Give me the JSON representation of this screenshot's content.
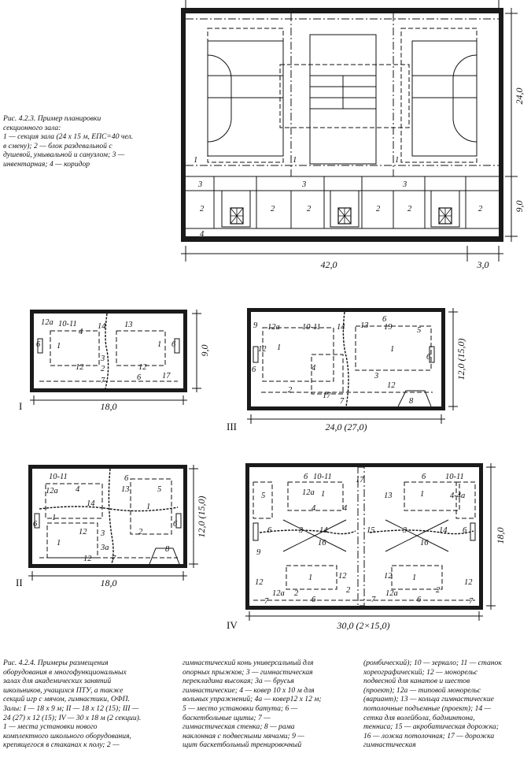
{
  "captions": {
    "fig_423": "Рис. 4.2.3. Пример планировки\nсекционного зала:\n1 — секция зала (24 х 15 м, ЕПС=40 чел.\nв смену); 2 — блок раздевальной с\nдушевой, умывальной и санузлом; 3 —\nинвентарная; 4 — коридор",
    "fig_424_col1": "Рис. 4.2.4. Примеры размещения\nоборудования в многофункциональных\nзалах для академических занятий\nшкольников, учащихся ПТУ, а также\nсекций игр с мячом, гимнастики, ОФП.\nЗалы: I — 18 х 9 м; II — 18 х 12 (15); III —\n24 (27) х 12 (15); IV — 30 х 18 м (2 секции).\n1 — места установки нового\nкомплектного школьного оборудования,\nкрепящегося в стаканах к полу; 2 —",
    "fig_424_col2": "гимнастический конь универсальный для\nопорных прыжков; 3 — гимнастическая\nперекладина высокая; 3а — брусья\nгимнастические; 4 — ковер 10 х 10 м для\nвольных упражнений; 4а — ковер12 х 12 м;\n5 — место установки батута; 6 —\nбаскетбольные щиты; 7 —\nгимнастическая стенка; 8 — рама\nнаклонная с подвесными мячами; 9 —\nщит баскетбольный тренировочный",
    "fig_424_col3": "(ромбический); 10 — зеркало; 11 — станок\nхореографический; 12 — монорельс\nподвесной для канатов и шестов\n(проект); 12а — типовой монорельс\n(вариант); 13 — кольца гимнастические\nпотолочные подъемные (проект); 14 —\nсетка для волейбола, бадминтона,\nтенниса; 15 — акробатическая дорожка;\n16 — ложка потолочная; 17 — дорожка\nгимнастическая"
  },
  "plan_423": {
    "dim_width": "42,0",
    "dim_corridor": "3,0",
    "dim_hall_depth": "24,0",
    "dim_block_depth": "9,0",
    "label_section": "1",
    "label_block": "2",
    "label_inventory": "3",
    "label_corridor": "4"
  },
  "hall_I": {
    "roman": "I",
    "dim_w": "18,0",
    "dim_h": "9,0"
  },
  "hall_II": {
    "roman": "II",
    "dim_w": "18,0",
    "dim_h": "12,0 (15,0)"
  },
  "hall_III": {
    "roman": "III",
    "dim_w": "24,0 (27,0)",
    "dim_h": "12,0 (15,0)"
  },
  "hall_IV": {
    "roman": "IV",
    "dim_w": "30,0 (2×15,0)",
    "dim_h": "18,0"
  },
  "labels": {
    "n1": "1",
    "n2": "2",
    "n3": "3",
    "n3a": "3a",
    "n4": "4",
    "n4_4a": "4-4a",
    "n5": "5",
    "n6": "6",
    "n7": "7",
    "n8": "8",
    "n9": "9",
    "n10_11": "10-11",
    "n12": "12",
    "n12a": "12a",
    "n13": "13",
    "n14": "14",
    "n15": "15",
    "n16": "16",
    "n17": "17",
    "n19": "19"
  }
}
